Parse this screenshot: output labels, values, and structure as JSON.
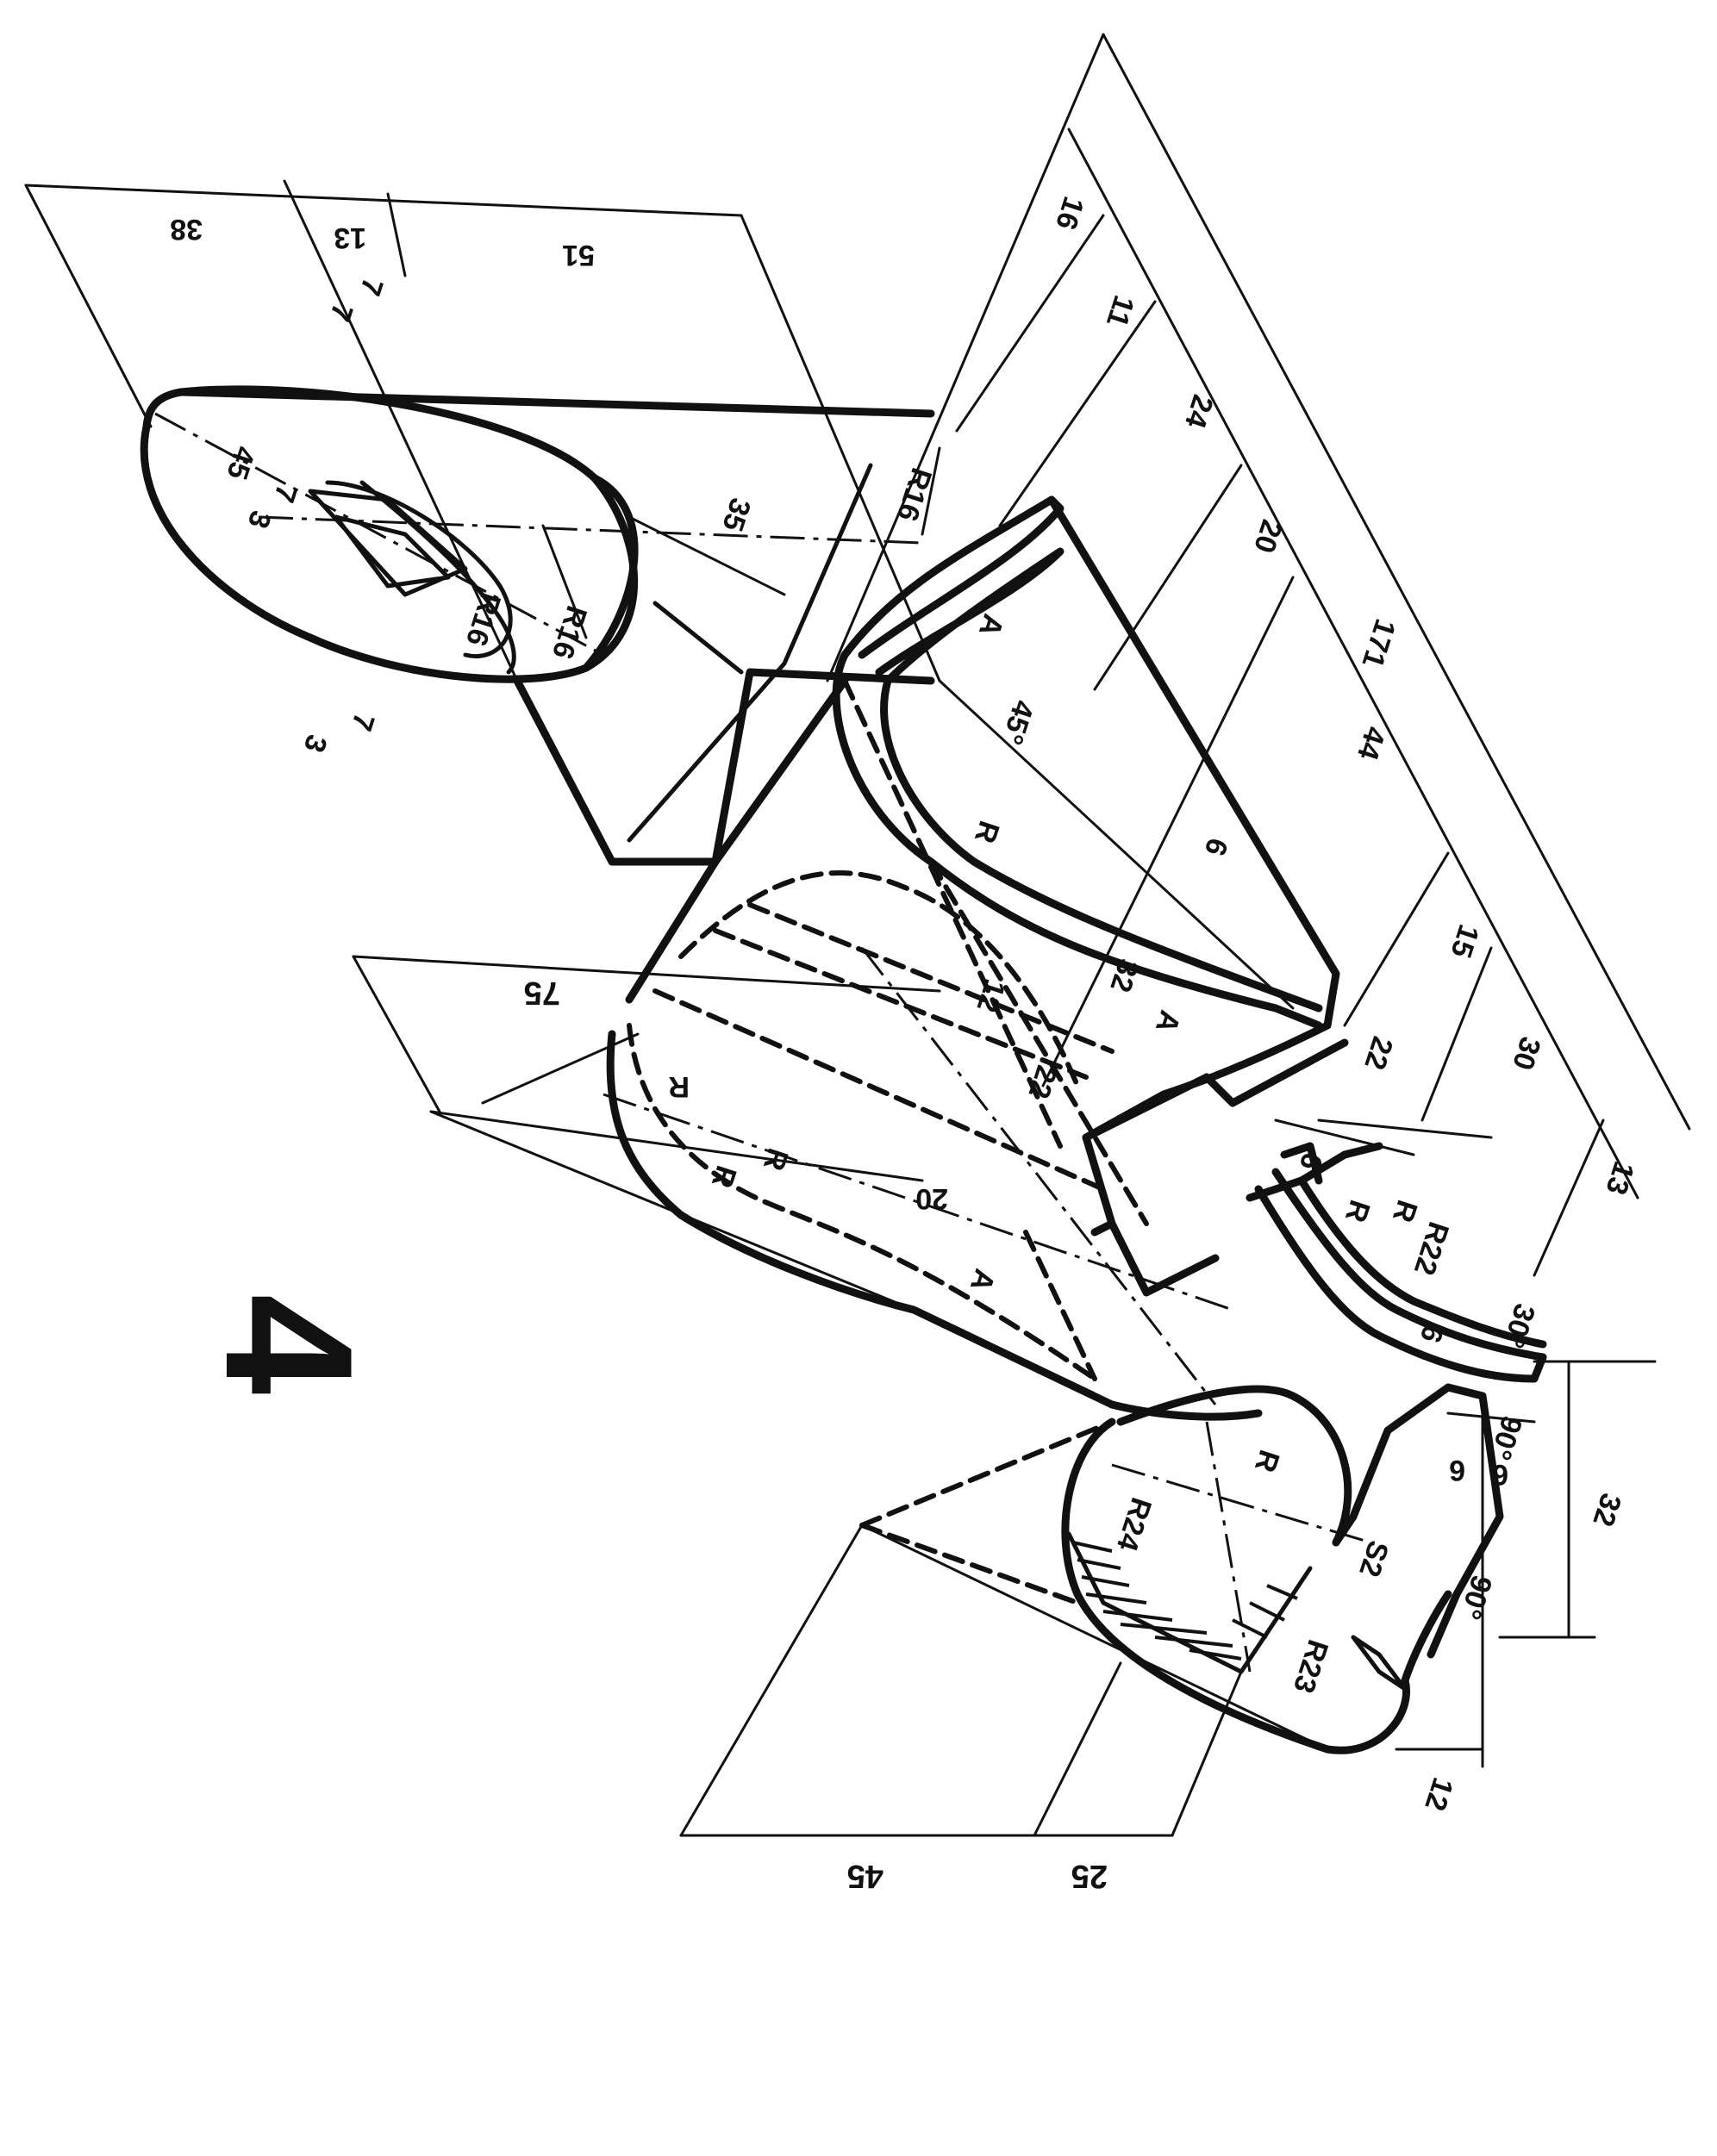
{
  "figure_number": "4",
  "dimensions": {
    "top_38": "38",
    "top_13": "13",
    "top_51": "51",
    "d16": "16",
    "d11": "11",
    "d24": "24",
    "d20a": "20",
    "d171": "171",
    "d44": "44",
    "d15": "15",
    "d30": "30",
    "d13b": "13",
    "d75": "75",
    "d12": "12",
    "d32a": "32",
    "d22a": "22",
    "d20b": "20",
    "d22b": "22",
    "d35": "35",
    "d45a": "45",
    "d7a": "7",
    "d7b": "7",
    "d7c": "7",
    "d7d": "7",
    "d3a": "3",
    "d3b": "3",
    "R16a": "R16",
    "R16b": "R16",
    "R16c": "R16",
    "R_top": "R",
    "R_mid": "R",
    "R_left": "R",
    "R_left2": "R",
    "R_s1": "R",
    "R_s2": "R",
    "R22": "R22",
    "R24": "R24",
    "R_bottom": "R",
    "R23": "R23",
    "a45": "45°",
    "A1": "A",
    "A2": "A",
    "A3": "A",
    "d6a": "6",
    "d6b": "6",
    "d6c": "6",
    "d6d": "6",
    "d6e": "6",
    "d90a": "90°",
    "d90b": "90°",
    "d30deg": "30°",
    "d32b": "32",
    "d12b": "12",
    "d45b": "45",
    "d25": "25",
    "s2": "S2"
  }
}
